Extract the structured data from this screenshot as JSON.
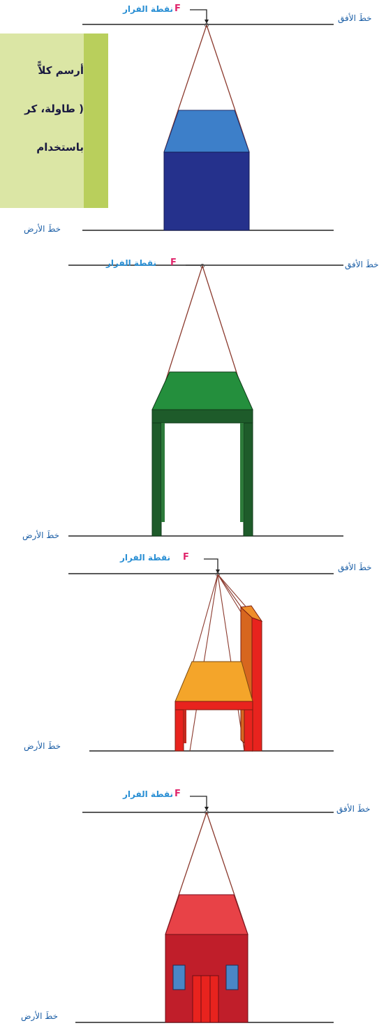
{
  "note": {
    "lines": [
      "أرسم كلاًّ",
      "( طاولة، كر",
      "باستخدام"
    ]
  },
  "panels": [
    {
      "horizon_label": "خطَ الأفق",
      "ground_label": "خطَ الأرض",
      "vp_label": "نقطة الفرار",
      "vp_letter": "F"
    },
    {
      "horizon_label": "خطَ الأفق",
      "ground_label": "خطَ الأرض",
      "vp_label": "نقطة الفرار",
      "vp_letter": "F"
    },
    {
      "horizon_label": "خطَ الأفق",
      "ground_label": "خطَ الأرض",
      "vp_label": "نقطة الفرار",
      "vp_letter": "F"
    },
    {
      "horizon_label": "خطَ الأفق",
      "ground_label": "خطَ الأرض",
      "vp_label": "نقطة الفرار",
      "vp_letter": "F"
    }
  ],
  "colors": {
    "cube_front": "#25318c",
    "cube_top": "#3d7fc9",
    "table_front": "#1e5b2a",
    "table_top": "#248f3d",
    "chair_seat": "#f4a52a",
    "chair_legs": "#e8231e",
    "house_roof": "#e84247",
    "house_wall": "#c01e2a",
    "house_window": "#4a86c7",
    "perspective_line": "#8b3a2e",
    "note_bg": "#dbe6a5",
    "note_strip": "#b9cf5c"
  }
}
